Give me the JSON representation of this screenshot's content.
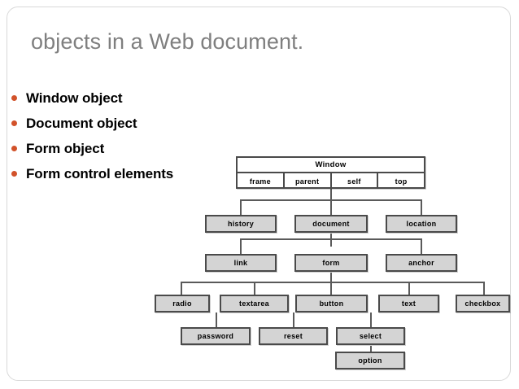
{
  "slide": {
    "title": "objects in a Web document.",
    "bullets": [
      {
        "label": "Window object"
      },
      {
        "label": "Document object"
      },
      {
        "label": "Form object"
      },
      {
        "label": "Form control elements"
      }
    ],
    "bullet_color": "#d2522a",
    "title_color": "#7f7f7f"
  },
  "diagram": {
    "type": "tree",
    "root": {
      "label": "Window",
      "properties": [
        "frame",
        "parent",
        "self",
        "top"
      ]
    },
    "nodes": [
      {
        "id": "history",
        "label": "history",
        "parent": "window"
      },
      {
        "id": "document",
        "label": "document",
        "parent": "window"
      },
      {
        "id": "location",
        "label": "location",
        "parent": "window"
      },
      {
        "id": "link",
        "label": "link",
        "parent": "document"
      },
      {
        "id": "form",
        "label": "form",
        "parent": "document"
      },
      {
        "id": "anchor",
        "label": "anchor",
        "parent": "document"
      },
      {
        "id": "radio",
        "label": "radio",
        "parent": "form"
      },
      {
        "id": "textarea",
        "label": "textarea",
        "parent": "form"
      },
      {
        "id": "button",
        "label": "button",
        "parent": "form"
      },
      {
        "id": "text",
        "label": "text",
        "parent": "form"
      },
      {
        "id": "checkbox",
        "label": "checkbox",
        "parent": "form"
      },
      {
        "id": "password",
        "label": "password",
        "parent": "textarea"
      },
      {
        "id": "reset",
        "label": "reset",
        "parent": "button"
      },
      {
        "id": "select",
        "label": "select",
        "parent": "text"
      },
      {
        "id": "option",
        "label": "option",
        "parent": "select"
      }
    ],
    "box_fill": "#d4d4d4",
    "box_border": "#4a4a4a",
    "connector_color": "#5a5a5a"
  }
}
